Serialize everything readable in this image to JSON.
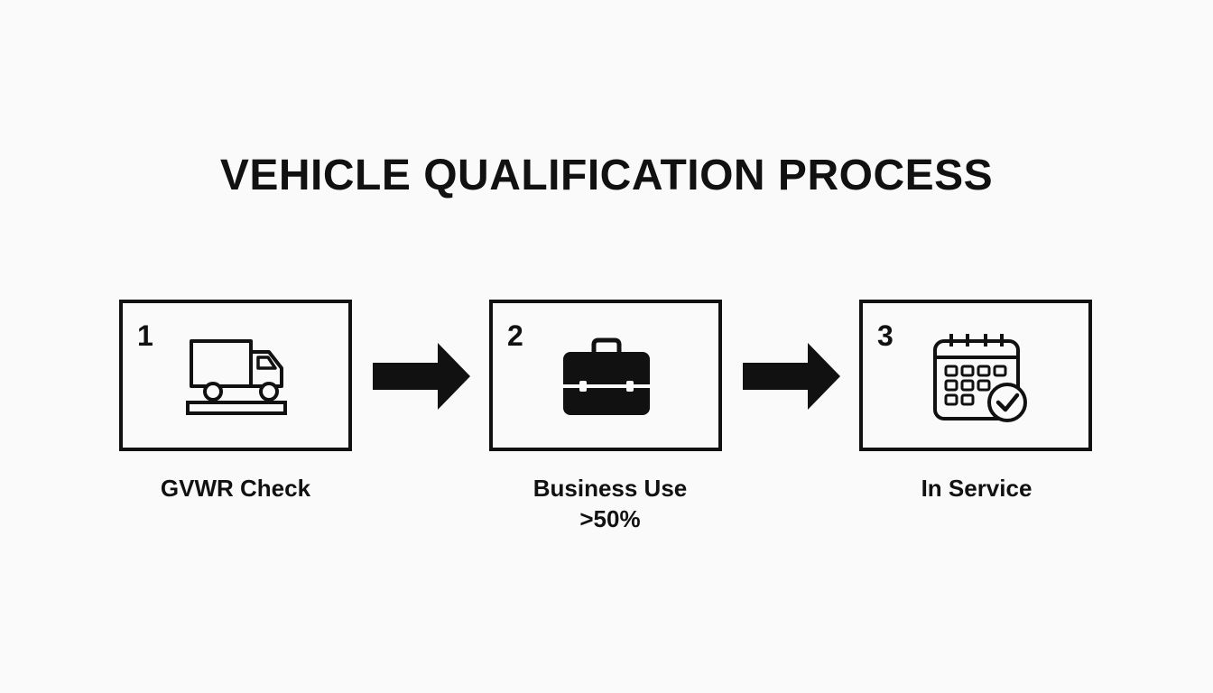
{
  "title": "VEHICLE QUALIFICATION PROCESS",
  "colors": {
    "ink": "#111111",
    "background": "#fafafa"
  },
  "steps": [
    {
      "number": "1",
      "icon": "truck-icon",
      "label_lines": [
        "GVWR Check"
      ]
    },
    {
      "number": "2",
      "icon": "briefcase-icon",
      "label_lines": [
        "Business Use",
        ">50%"
      ]
    },
    {
      "number": "3",
      "icon": "calendar-check-icon",
      "label_lines": [
        "In Service"
      ]
    }
  ],
  "connectors": [
    "arrow-right-icon",
    "arrow-right-icon"
  ]
}
